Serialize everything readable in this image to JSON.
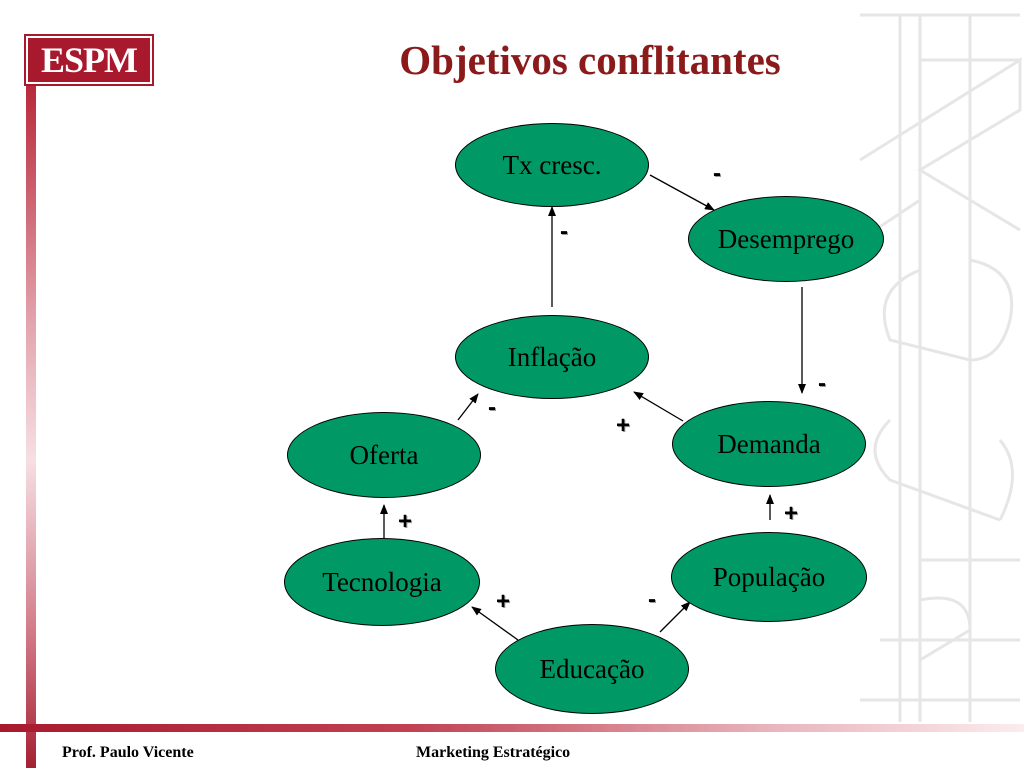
{
  "header": {
    "logo_text": "ESPM",
    "title": "Objetivos conflitantes"
  },
  "footer": {
    "author": "Prof. Paulo Vicente",
    "course": "Marketing Estratégico"
  },
  "diagram": {
    "nodes": {
      "tx_cresc": "Tx cresc.",
      "desemprego": "Desemprego",
      "inflacao": "Inflação",
      "oferta": "Oferta",
      "demanda": "Demanda",
      "tecnologia": "Tecnologia",
      "populacao": "População",
      "educacao": "Educação"
    },
    "edges": [
      {
        "from": "Tx cresc.",
        "to": "Desemprego",
        "sign": "-"
      },
      {
        "from": "Inflação",
        "to": "Tx cresc.",
        "sign": "-"
      },
      {
        "from": "Desemprego",
        "to": "Demanda",
        "sign": "-"
      },
      {
        "from": "Oferta",
        "to": "Inflação",
        "sign": "-"
      },
      {
        "from": "Demanda",
        "to": "Inflação",
        "sign": "+"
      },
      {
        "from": "Tecnologia",
        "to": "Oferta",
        "sign": "+"
      },
      {
        "from": "População",
        "to": "Demanda",
        "sign": "+"
      },
      {
        "from": "Educação",
        "to": "Tecnologia",
        "sign": "+"
      },
      {
        "from": "Educação",
        "to": "População",
        "sign": "-"
      }
    ]
  },
  "colors": {
    "node_fill": "#009966",
    "title": "#8b1a1a",
    "brand": "#a8192e"
  }
}
